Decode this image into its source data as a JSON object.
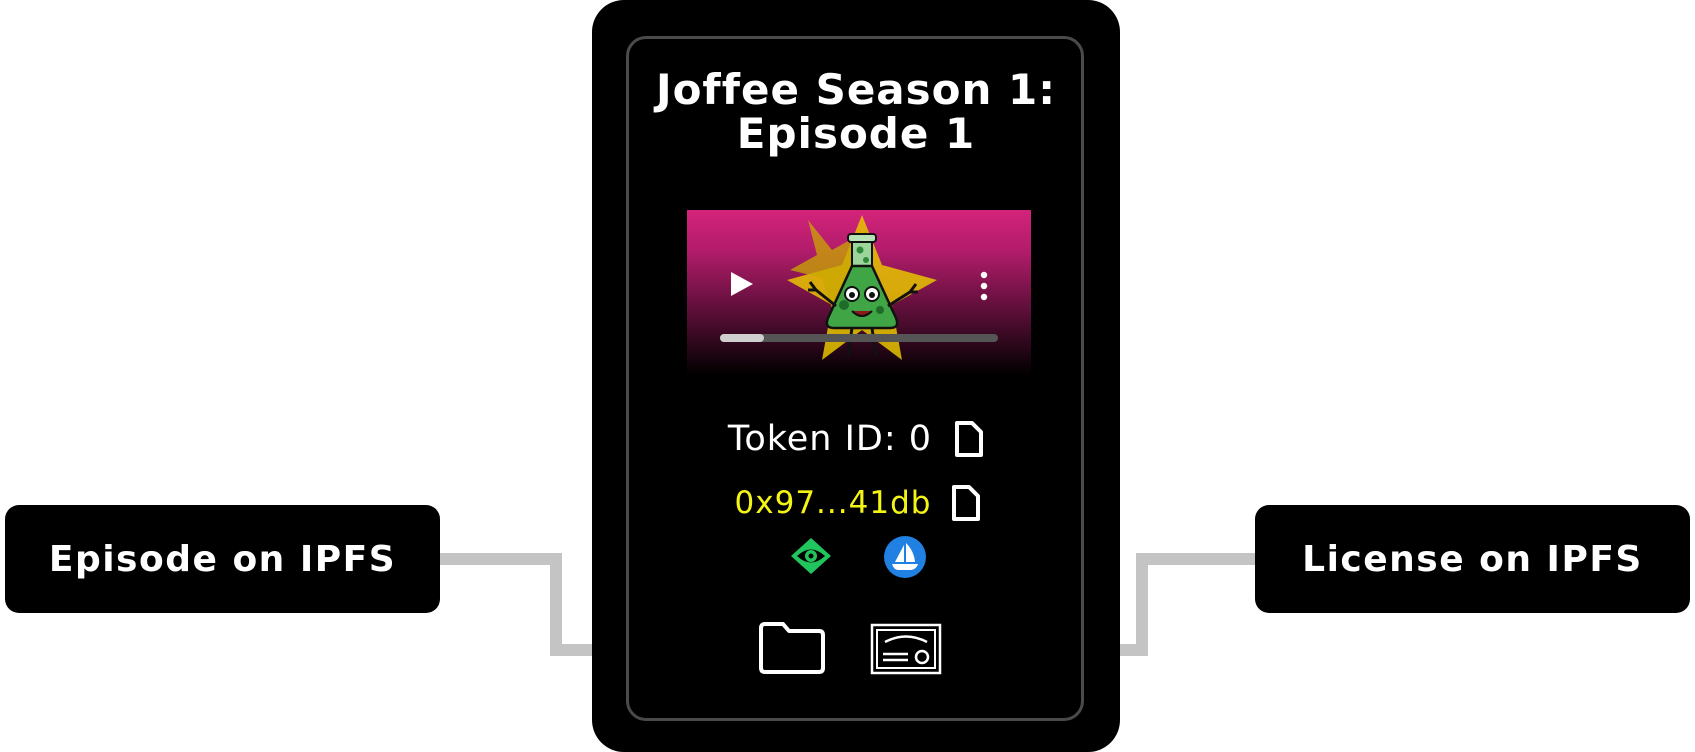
{
  "card": {
    "title_line1": "Joffee Season 1:",
    "title_line2": "Episode 1",
    "video": {
      "progress": 0.16
    },
    "token_id_label": "Token ID: 0",
    "contract_address": "0x97...41db",
    "colors": {
      "address": "#f5f514",
      "video_top": "#d4237a",
      "link_green": "#21c55d",
      "link_blue": "#2081e2"
    }
  },
  "callouts": {
    "episode": "Episode on IPFS",
    "license": "License on IPFS"
  },
  "icons": {
    "copy_token": "copy-icon",
    "copy_address": "copy-icon",
    "explorer": "eye-icon",
    "marketplace": "sailboat-icon",
    "episode": "folder-icon",
    "license": "certificate-icon"
  }
}
